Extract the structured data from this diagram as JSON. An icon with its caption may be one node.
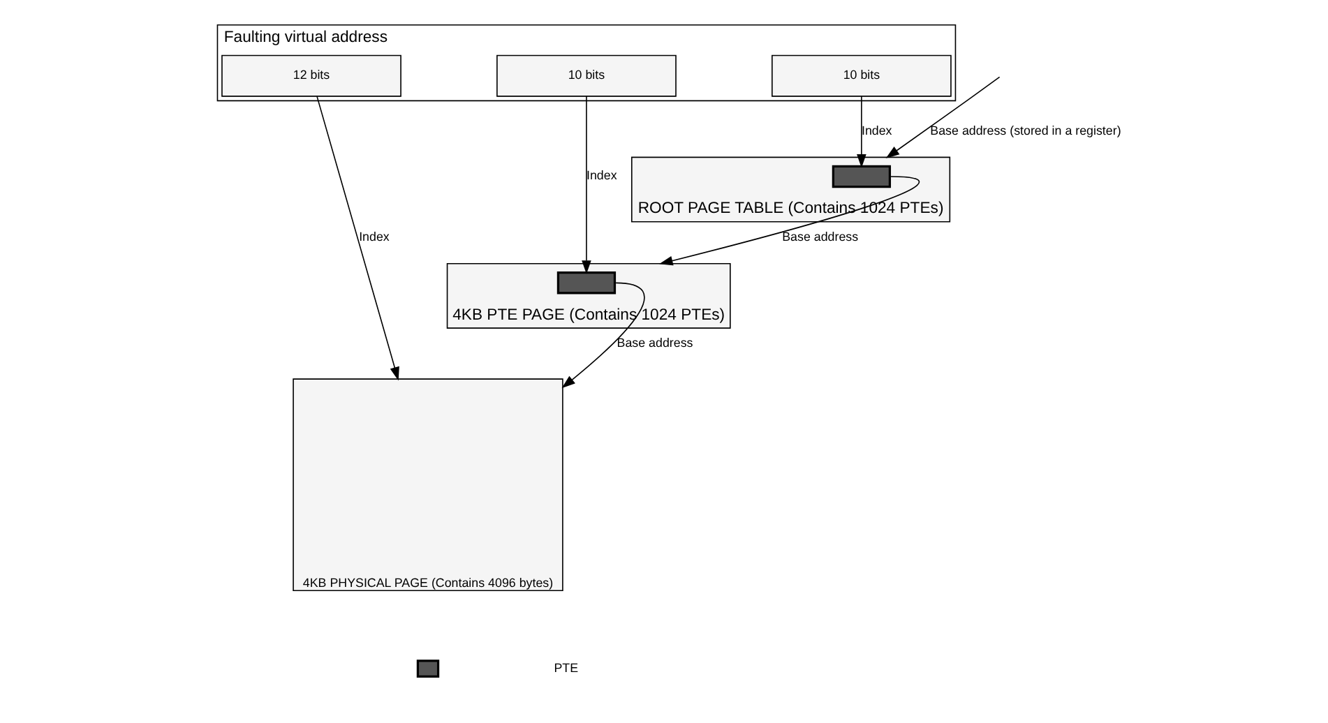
{
  "diagram": {
    "nodes": [
      {
        "text": [
          "Faulting virtual address"
        ]
      },
      {
        "text": [
          "10 bits"
        ],
        "in": 0
      },
      {
        "text": [
          "10 bits"
        ],
        "in": 0
      },
      {
        "text": [
          "12 bits"
        ],
        "in": 0
      },
      {
        "text": [
          "ROOT PAGE TABLE (Contains 1024 PTEs)"
        ]
      },
      {
        "text": [],
        "shape": "box",
        "in": 4
      },
      {
        "text": [
          "4KB PTE PAGE (Contains 1024 PTEs)"
        ]
      },
      {
        "text": [],
        "shape": "box",
        "in": 6
      },
      {
        "text": [
          "4KB PHYSICAL PAGE (Contains 4096 bytes)"
        ]
      }
    ],
    "edges": [
      {
        "from": 1,
        "to": 5,
        "arrow": "to",
        "label": "Index"
      },
      {
        "from": null,
        "to": 4,
        "arrow": "to",
        "label": "Base address (stored in a register)"
      },
      {
        "from": 5,
        "to": 6,
        "arrow": "to",
        "label": "Base address"
      },
      {
        "from": 2,
        "to": 7,
        "arrow": "to",
        "label": "Index"
      },
      {
        "from": 7,
        "to": 8,
        "arrow": "to",
        "label": "Base address"
      },
      {
        "from": 3,
        "to": 8,
        "arrow": "to",
        "label": "Index"
      }
    ],
    "legend": [
      {
        "text": "PTE"
      }
    ]
  }
}
